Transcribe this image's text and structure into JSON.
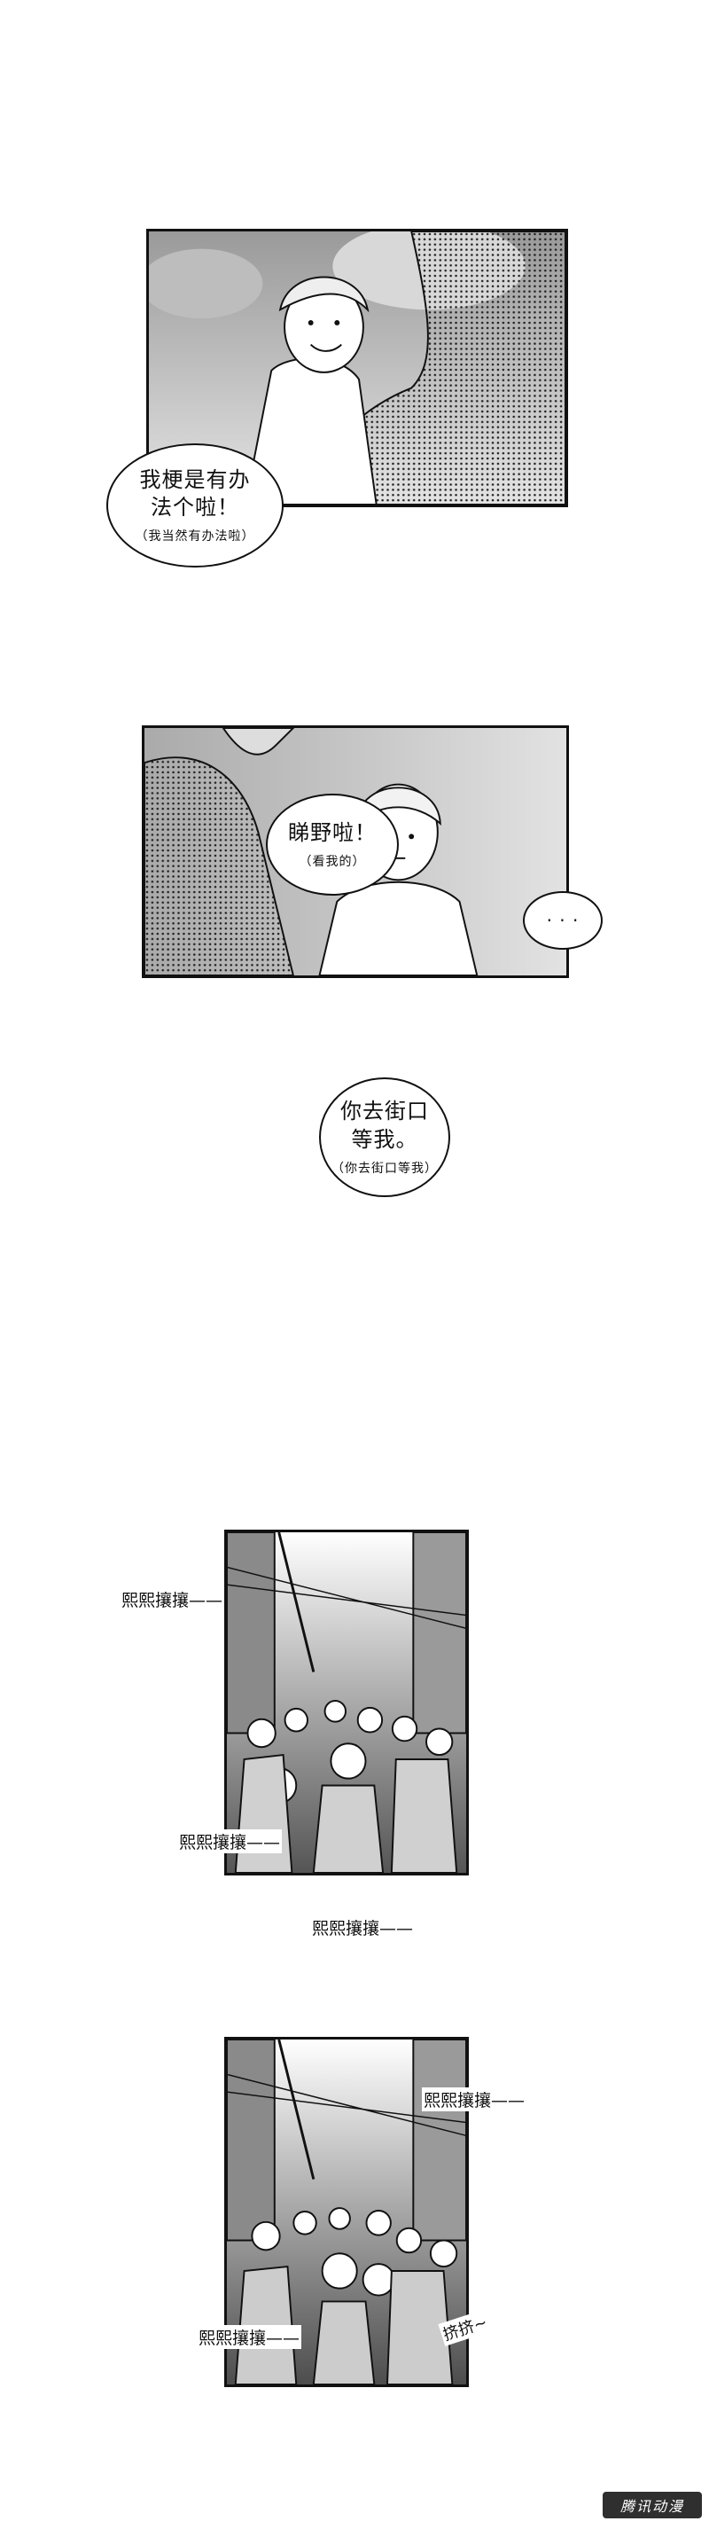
{
  "page": {
    "background": "#ffffff",
    "ink": "#111111",
    "panel_tone": "#c9c9c9"
  },
  "panel1": {
    "bubble_main": "我梗是有办法个啦！",
    "bubble_sub": "（我当然有办法啦）"
  },
  "panel2": {
    "bubble_main": "睇野啦！",
    "bubble_sub": "（看我的）",
    "ellipsis": "· · ·"
  },
  "standalone": {
    "bubble_main": "你去街口等我。",
    "bubble_sub": "（你去街口等我）"
  },
  "panel3": {
    "sfx_top": "熙熙攘攘——",
    "sfx_bottom": "熙熙攘攘——"
  },
  "between": {
    "sfx": "熙熙攘攘——"
  },
  "panel4": {
    "sfx_top": "熙熙攘攘——",
    "sfx_bottom": "熙熙攘攘——",
    "sfx_squeeze": "挤挤~"
  },
  "watermark": {
    "text": "腾讯动漫"
  }
}
